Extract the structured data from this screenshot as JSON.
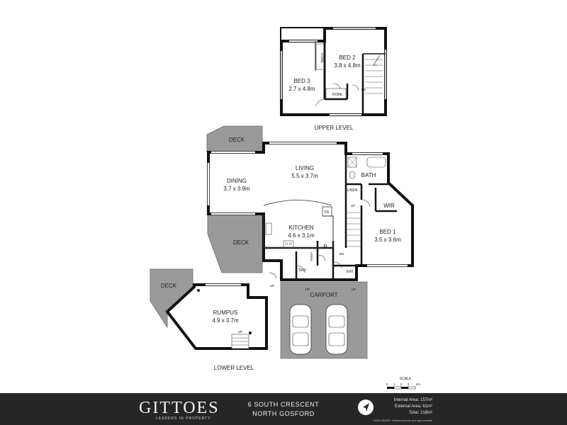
{
  "upper_level": {
    "label": "UPPER LEVEL",
    "rooms": [
      {
        "name": "BED 2",
        "dims": "3.8 x 4.8m"
      },
      {
        "name": "BED 3",
        "dims": "2.7 x 4.8m"
      }
    ],
    "robe_labels": [
      "ROBE",
      "ROBE"
    ],
    "stair_label": "DN"
  },
  "main_level": {
    "rooms": [
      {
        "name": "LIVING",
        "dims": "5.5 x 3.7m"
      },
      {
        "name": "DINING",
        "dims": "3.7 x 3.9m"
      },
      {
        "name": "KITCHEN",
        "dims": "4.6 x 3.1m"
      },
      {
        "name": "BED 1",
        "dims": "3.5 x 3.6m"
      }
    ],
    "labels": {
      "deck_top": "DECK",
      "deck_mid": "DECK",
      "bath": "BATH",
      "linen": "LINEN",
      "wir": "WIR",
      "fr": "FR",
      "pantry": "P",
      "laundry": "L'DRY",
      "linen_small": "LINEN",
      "ent": "ENT",
      "carport": "CARPORT",
      "up1": "UP",
      "up2": "UP",
      "up3": "UP",
      "up4": "UP",
      "dn": "DN"
    }
  },
  "lower_level": {
    "label": "LOWER LEVEL",
    "room": {
      "name": "RUMPUS",
      "dims": "4.9 x 3.7m"
    },
    "deck": "DECK",
    "stair_label": "UP"
  },
  "scale": {
    "label": "SCALE",
    "ticks": [
      "0",
      "1",
      "2",
      "3",
      "4m"
    ]
  },
  "footer": {
    "logo": "GITTOES",
    "logo_sub": "LEADERS IN PROPERTY",
    "address_line1": "6 SOUTH CRESCENT",
    "address_line2": "NORTH GOSFORD",
    "internal_area": "Internal Area: 157m²",
    "external_area": "External Area: 61m²",
    "total_area": "Total: 218m²",
    "disclaimer": "DISCLAIMER: Measurements are approximate"
  },
  "colors": {
    "wall": "#111111",
    "deck_fill": "#9a9a9a",
    "footer_bg": "#262626"
  }
}
